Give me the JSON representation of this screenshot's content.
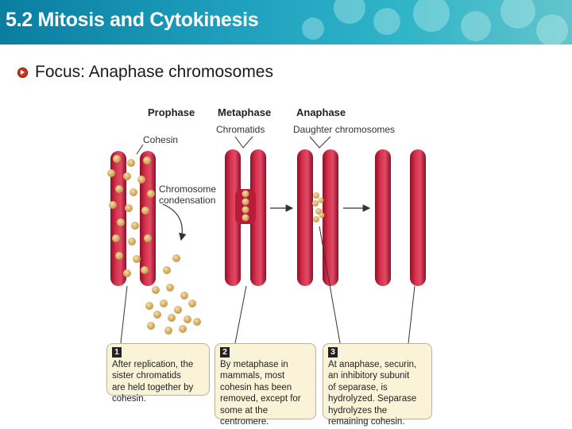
{
  "header": {
    "title": "5.2 Mitosis and Cytokinesis"
  },
  "slide": {
    "subtitle": "Focus: Anaphase chromosomes"
  },
  "figure": {
    "phases": [
      "Prophase",
      "Metaphase",
      "Anaphase"
    ],
    "labels": {
      "cohesin": "Cohesin",
      "chromatids": "Chromatids",
      "daughter": "Daughter chromosomes",
      "condensation_1": "Chromosome",
      "condensation_2": "condensation"
    },
    "captions": [
      {
        "num": "1",
        "lines": [
          "After replication, the",
          "sister chromatids",
          "are held together by",
          "cohesin."
        ]
      },
      {
        "num": "2",
        "lines": [
          "By metaphase in",
          "mammals, most",
          "cohesin has been",
          "removed, except for",
          "some at the",
          "centromere."
        ]
      },
      {
        "num": "3",
        "lines": [
          "At anaphase, securin,",
          "an inhibitory subunit",
          "of separase, is",
          "hydrolyzed. Separase",
          "hydrolyzes the",
          "remaining cohesin."
        ]
      }
    ],
    "colors": {
      "chromosome": "#c8203c",
      "cohesin": "#d9a95a",
      "caption_bg": "#fbf3d8"
    }
  }
}
